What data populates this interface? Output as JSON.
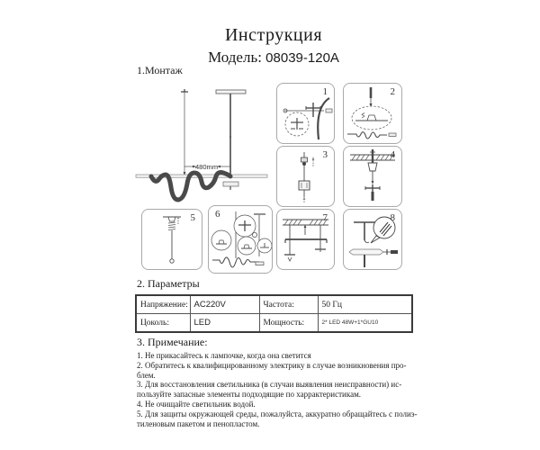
{
  "page": {
    "title": "Инструкция",
    "model_label": "Модель:",
    "model_value": "08039-120A",
    "section_montage": "1.Монтаж",
    "section_params": "2. Параметры",
    "section_notes": "3. Примечание:"
  },
  "diagram": {
    "dimension": "480mm",
    "step_numbers": [
      "1",
      "2",
      "3",
      "4",
      "5",
      "6",
      "7",
      "8"
    ]
  },
  "params_table": {
    "rows": [
      {
        "c0": "Напряжение:",
        "c1": "AC220V",
        "c2": "Частота:",
        "c3": "50 Гц"
      },
      {
        "c0": "Цоколь:",
        "c1": "LED",
        "c2": "Мощность:",
        "c3": "2* LED 48W+1*GU10"
      }
    ]
  },
  "notes_lines": [
    "1. Не прикасайтесь к лампочке, когда она светится",
    "2. Обратитесь к квалифицированному электрику в случае возникновения про-",
    "блем.",
    "3. Для восстановления светильника (в случаи выявления неисправности) ис-",
    "пользуйте запасные элементы подходящие по харрактеристикам.",
    "4. Не очищайте светильник водой.",
    "5. Для защиты окружающей среды, пожалуйста, аккуратно обращайтесь с полиэ-",
    "тиленовым пакетом и пенопластом."
  ]
}
